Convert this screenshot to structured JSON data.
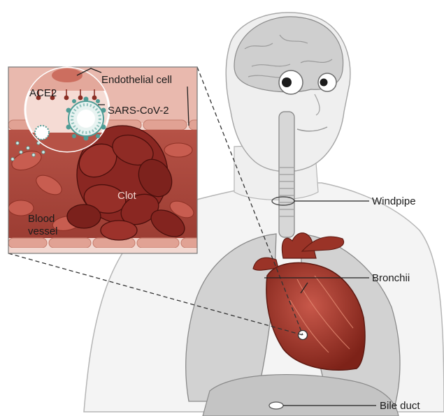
{
  "labels": {
    "endothelial_cell": "Endothelial cell",
    "ace2": "ACE2",
    "sars_cov_2": "SARS-CoV-2",
    "clot": "Clot",
    "blood_vessel_line1": "Blood",
    "blood_vessel_line2": "vessel",
    "windpipe": "Windpipe",
    "bronchii": "Bronchii",
    "bile_duct": "Bile duct"
  },
  "colors": {
    "body_gray": "#c9c9c9",
    "outline": "#7d7d7d",
    "vessel_red": "#b0483e",
    "clot_red": "#7e1f1c",
    "heart_red": "#a8392c",
    "virus_teal": "#4f9c95"
  }
}
